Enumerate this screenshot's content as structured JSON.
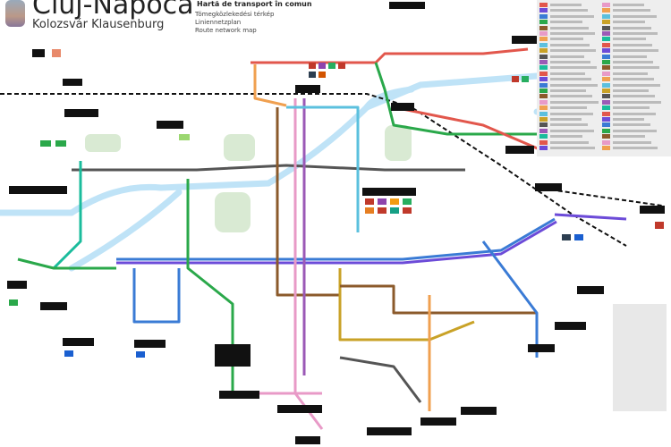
{
  "header": {
    "title": "Cluj-Napoca",
    "subtitle": "Kolozsvár  Klausenburg",
    "lines": [
      "Hartă de transport în comun",
      "Tömegközlekedési térkép",
      "Liniennetzplan",
      "Route network map"
    ]
  },
  "colors": {
    "river": "#bfe3f7",
    "park": "#d9ead3",
    "station_box": "#111111",
    "legend_bg": "#eeeeee",
    "lines": [
      "#e2574c",
      "#6c4bd8",
      "#3a7bd5",
      "#2aa84a",
      "#8b5a2b",
      "#e89ac7",
      "#f0a050",
      "#5bc0de",
      "#c9a227",
      "#555555",
      "#9b59b6",
      "#1abc9c"
    ]
  }
}
